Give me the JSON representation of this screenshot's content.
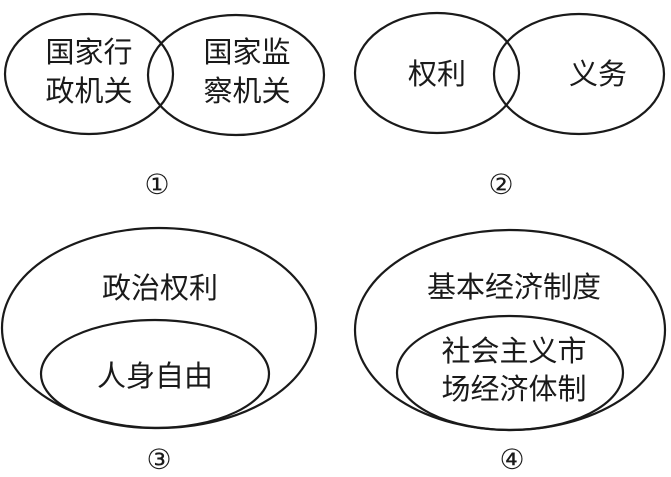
{
  "diagrams": [
    {
      "relation": "overlapping",
      "left": [
        "国家行",
        "政机关"
      ],
      "right": [
        "国家监",
        "察机关"
      ],
      "number": "①"
    },
    {
      "relation": "overlapping",
      "left": [
        "权利"
      ],
      "right": [
        "义务"
      ],
      "number": "②"
    },
    {
      "relation": "contains",
      "outer": [
        "政治权利"
      ],
      "inner": [
        "人身自由"
      ],
      "number": "③"
    },
    {
      "relation": "contains",
      "outer": [
        "基本经济制度"
      ],
      "inner": [
        "社会主义市",
        "场经济体制"
      ],
      "number": "④"
    }
  ]
}
